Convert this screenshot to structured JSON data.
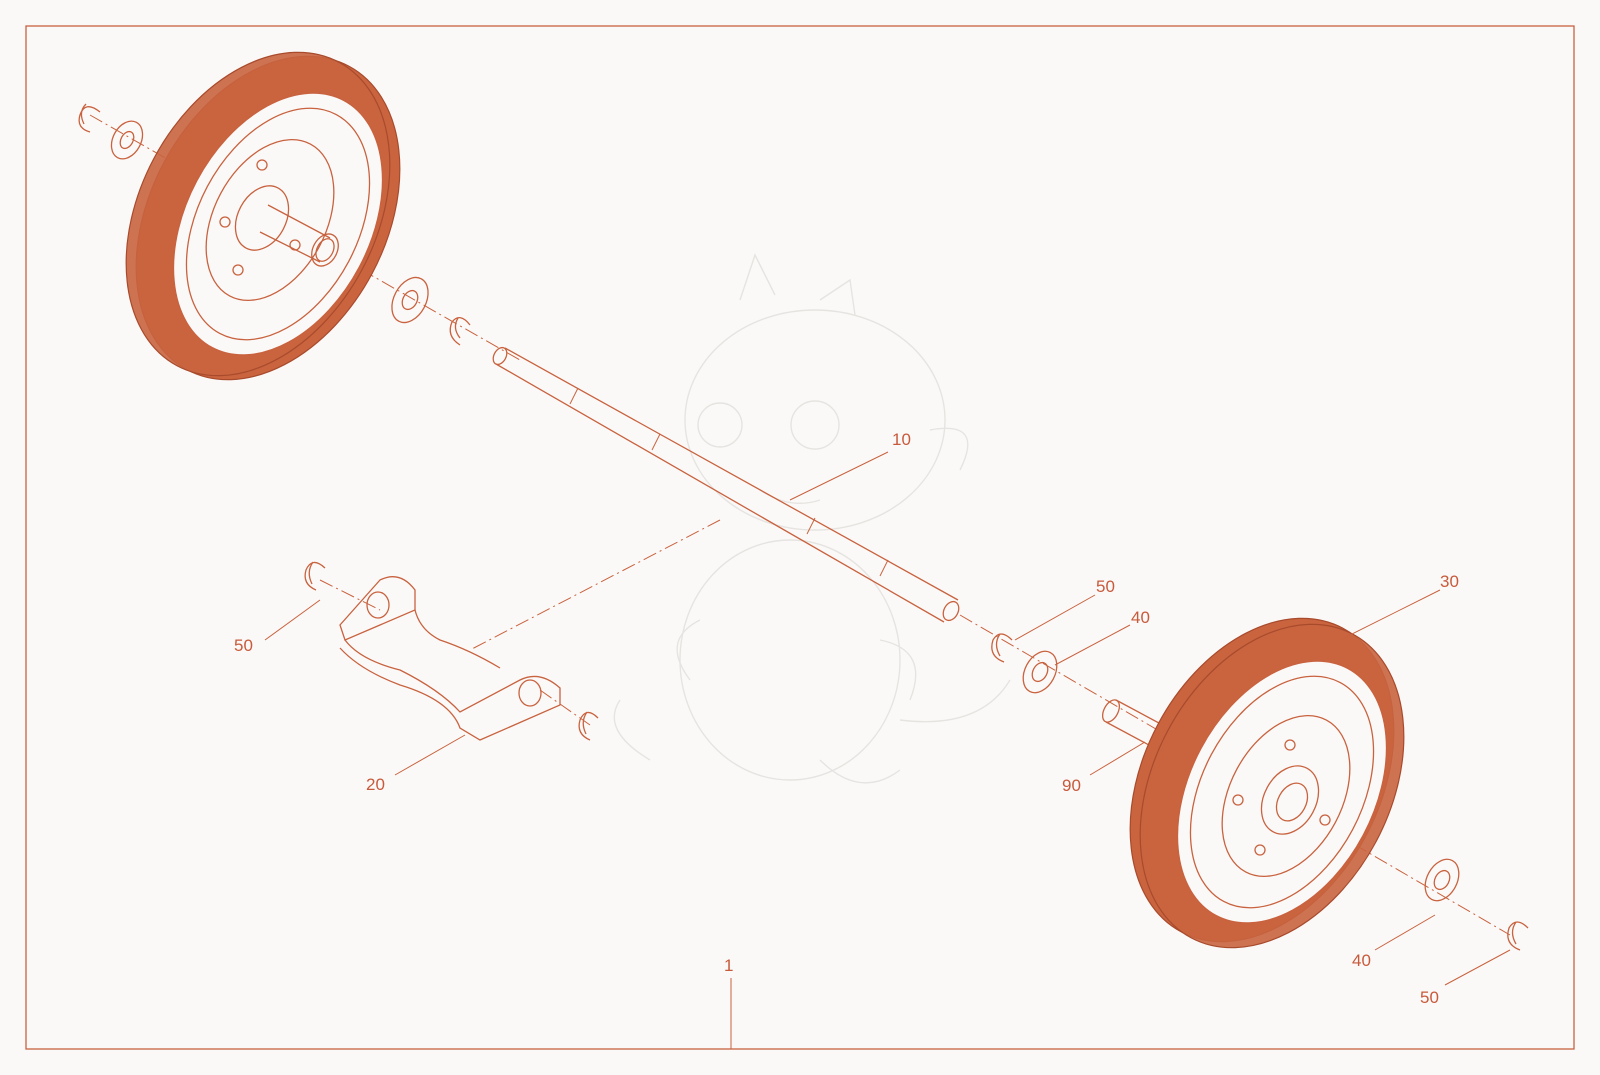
{
  "diagram": {
    "callouts": [
      {
        "id": "c1",
        "label": "1"
      },
      {
        "id": "c10",
        "label": "10"
      },
      {
        "id": "c20",
        "label": "20"
      },
      {
        "id": "c30",
        "label": "30"
      },
      {
        "id": "c40a",
        "label": "40"
      },
      {
        "id": "c40b",
        "label": "40"
      },
      {
        "id": "c50a",
        "label": "50"
      },
      {
        "id": "c50b",
        "label": "50"
      },
      {
        "id": "c50c",
        "label": "50"
      },
      {
        "id": "c90",
        "label": "90"
      }
    ],
    "colors": {
      "accent": "#c8623f",
      "background": "#fbf9f7"
    }
  }
}
